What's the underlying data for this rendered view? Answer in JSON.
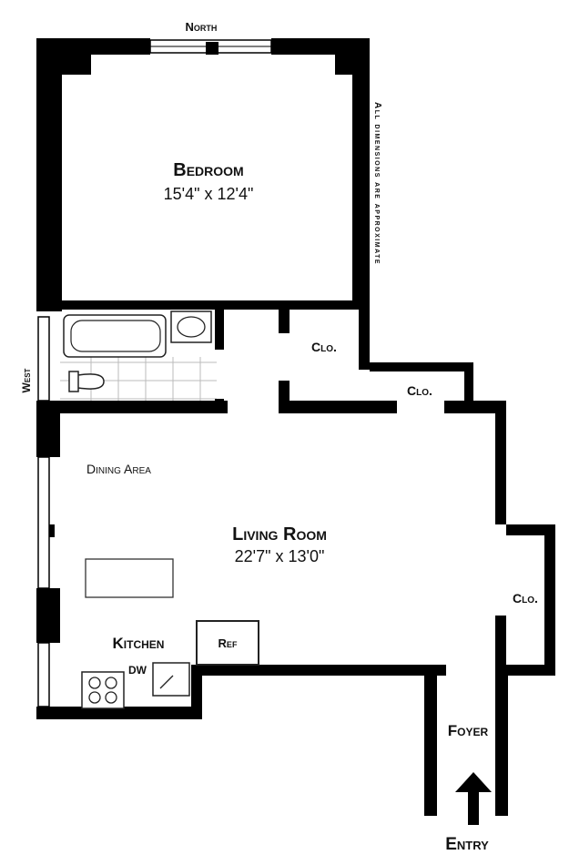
{
  "labels": {
    "north": "North",
    "west": "West",
    "bedroom_name": "Bedroom",
    "bedroom_dims": "15'4\"  x  12'4\"",
    "closet_1": "Clo.",
    "closet_2": "Clo.",
    "closet_3": "Clo.",
    "dining": "Dining Area",
    "living_name": "Living Room",
    "living_dims": "22'7\"  x  13'0\"",
    "kitchen": "Kitchen",
    "dishwasher": "DW",
    "refrigerator": "Ref",
    "foyer": "Foyer",
    "entry": "Entry",
    "note": "All dimensions are approximate"
  },
  "colors": {
    "wall": "#000000",
    "fixture": "#222222",
    "tile": "#bbbbbb",
    "background": "#ffffff"
  }
}
